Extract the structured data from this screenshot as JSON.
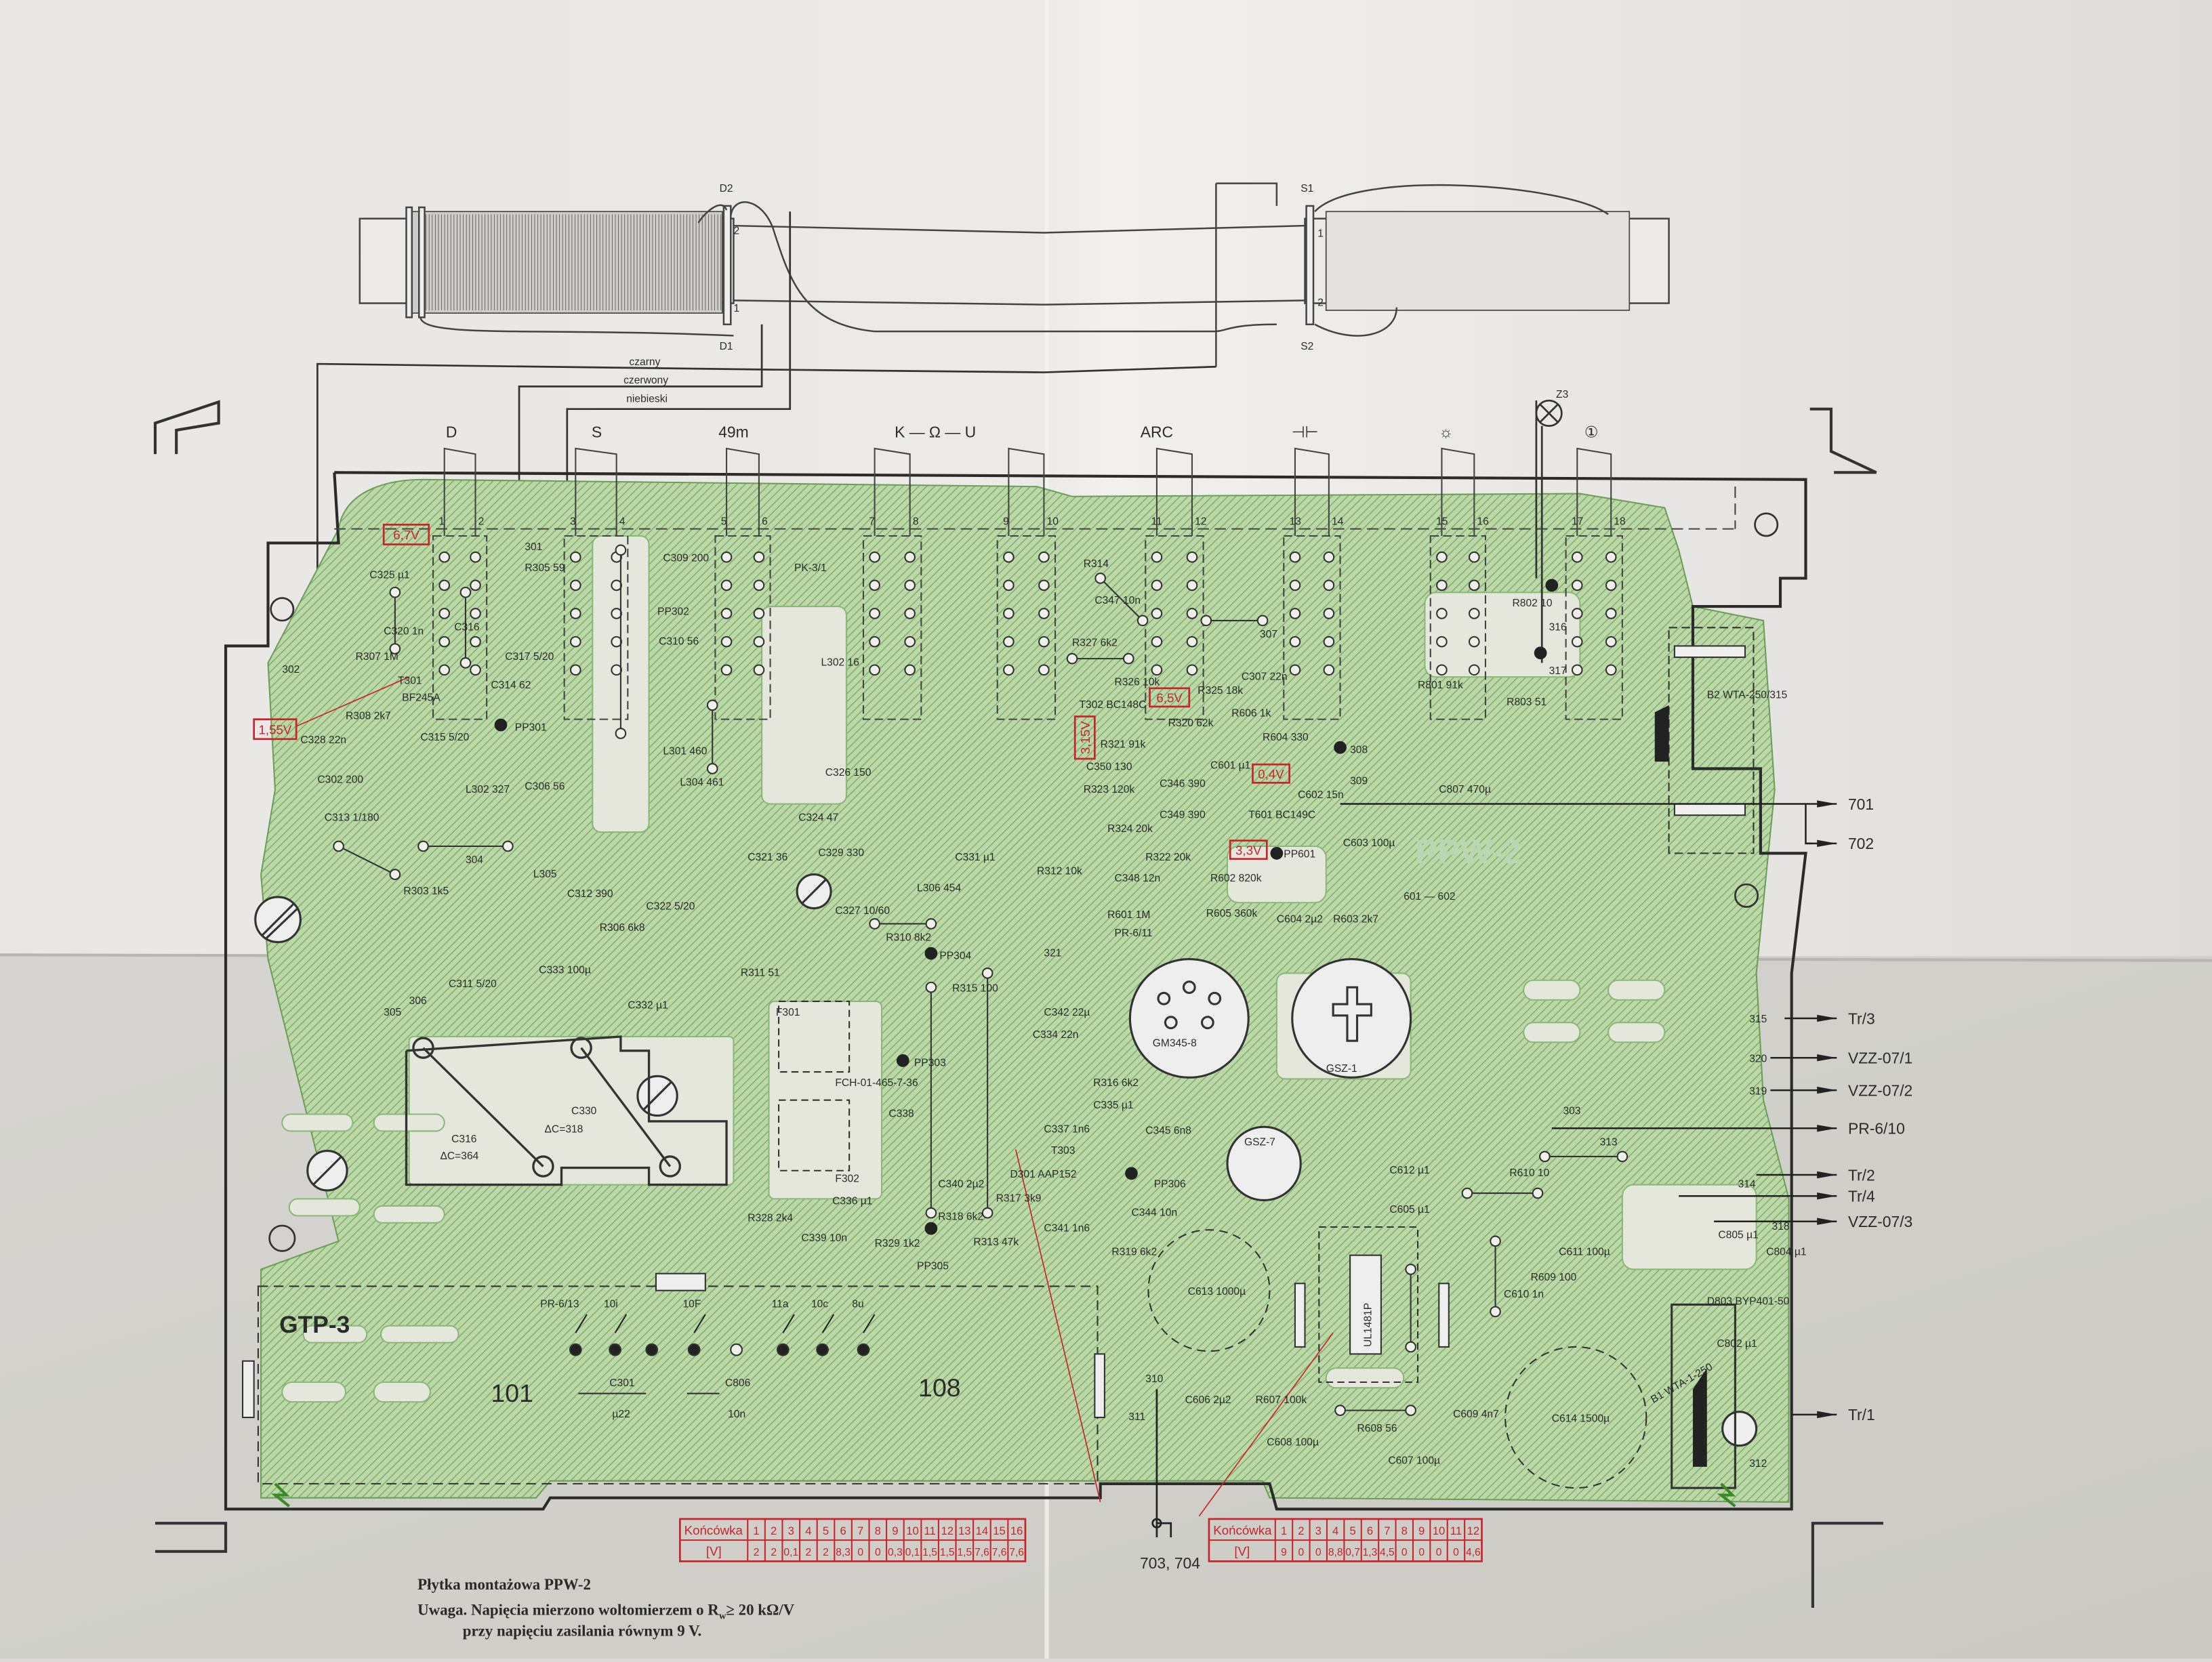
{
  "antenna": {
    "left_terminals": {
      "top": "D2",
      "bottom": "D1",
      "pin_top": "2",
      "pin_bottom": "1"
    },
    "right_terminals": {
      "top": "S1",
      "bottom": "S2",
      "pin_top": "1",
      "pin_bottom": "2"
    },
    "wire_colors": [
      "czarny",
      "czerwony",
      "niebieski"
    ]
  },
  "switch_bands": [
    "D",
    "S",
    "49m",
    "K — Ω — U",
    "ARC",
    "⊣⊢",
    "☼",
    "①"
  ],
  "lamp_label": "Z3",
  "contact_numbers": [
    "1",
    "2",
    "3",
    "4",
    "5",
    "6",
    "7",
    "8",
    "9",
    "10",
    "11",
    "12",
    "13",
    "14",
    "15",
    "16",
    "17",
    "18"
  ],
  "voltage_marks": [
    "6,7V",
    "1,55V",
    "6,5V",
    "3,15V",
    "0,4V",
    "3,3V"
  ],
  "board_labels": {
    "ppw": "PPW-2",
    "gtp": "GTP-3",
    "module_101": "101",
    "module_108": "108"
  },
  "gtp_pins": [
    "PR-6/13",
    "10i",
    "10F",
    "11a",
    "10c",
    "8u"
  ],
  "gtp_components": [
    {
      "ref": "C301",
      "value": "µ22"
    },
    {
      "ref": "C806",
      "value": "10n"
    }
  ],
  "tuning_caps": [
    {
      "ref": "C316",
      "value": "ΔC=364"
    },
    {
      "ref": "C330",
      "value": "ΔC=318"
    }
  ],
  "modules": [
    "GM345-8",
    "GSZ-1",
    "GSZ-7",
    "FCH-01-465-7-36",
    "UL1481P",
    "B1 WTA-1-250",
    "B2 WTA-250/315"
  ],
  "components": [
    "C325 µ1",
    "C320 1n",
    "R307 1M",
    "T301",
    "BF245A",
    "R308 2k7",
    "C328 22n",
    "302",
    "C316",
    "301",
    "R305 59",
    "C317 5/20",
    "C314 62",
    "PP301",
    "C315 5/20",
    "C302 200",
    "L302 327",
    "C306 56",
    "C309 200",
    "PP302",
    "C310 56",
    "L301 460",
    "L304 461",
    "C312 390",
    "R306 6k8",
    "C322 5/20",
    "PK-3/1",
    "L302 16",
    "C326 150",
    "C324 47",
    "C329 330",
    "C321 36",
    "C327 10/60",
    "L306 454",
    "R310 8k2",
    "R311 51",
    "F301",
    "F302",
    "C336 µ1",
    "R328 2k4",
    "C339 10n",
    "R329 1k2",
    "PP303",
    "PP304",
    "PP305",
    "R315 100",
    "C342 22µ",
    "C334 22n",
    "R316 6k2",
    "C335 µ1",
    "C337 1n6",
    "T303",
    "C338",
    "C340 2µ2",
    "R318 6k2",
    "R317 3k9",
    "R313 47k",
    "C341 1n6",
    "C345 6n8",
    "PP306",
    "C344 10n",
    "R319 6k2",
    "D301 AAP152",
    "R314",
    "C347 10n",
    "R327 6k2",
    "T302 BC148C",
    "R326 10k",
    "R325 18k",
    "R320 62k",
    "R321 91k",
    "C350 130",
    "R323 120k",
    "C346 390",
    "C349 390",
    "R324 20k",
    "R322 20k",
    "C601 µ1",
    "R606 1k",
    "R604 330",
    "T601 BC149C",
    "C602 15n",
    "PP601",
    "C603 100µ",
    "R602 820k",
    "R605 360k",
    "C604 2µ2",
    "R603 2k7",
    "R601 1M",
    "PR-6/11",
    "C348 12n",
    "R312 10k",
    "C331 µ1",
    "C307 22n",
    "R801 91k",
    "R802 10",
    "R803 51",
    "C807 470µ",
    "C612 µ1",
    "C605 µ1",
    "R610 10",
    "C611 100µ",
    "R609 100",
    "C613 1000µ",
    "C610 1n",
    "C614 1500µ",
    "C609 4n7",
    "R607 100k",
    "C606 2µ2",
    "C608 100µ",
    "R608 56",
    "C607 100µ",
    "C805 µ1",
    "C804 µ1",
    "D803 BYP401-50",
    "C802 µ1",
    "C311 5/20",
    "C333 100µ",
    "C332 µ1",
    "R303 1k5",
    "307",
    "308",
    "309",
    "310",
    "311",
    "312",
    "313",
    "314",
    "316",
    "317",
    "318",
    "303",
    "304",
    "305",
    "306",
    "321",
    "601 — 602",
    "L305",
    "C313 1/180"
  ],
  "outputs": [
    "701",
    "702",
    "Tr/3",
    "VZZ-07/1",
    "VZZ-07/2",
    "PR-6/10",
    "Tr/2",
    "Tr/4",
    "VZZ-07/3",
    "Tr/1",
    "703, 704"
  ],
  "output_pads": [
    "315",
    "320",
    "319"
  ],
  "table_left": {
    "header": "Końcówka",
    "unit": "[V]",
    "pins": [
      "1",
      "2",
      "3",
      "4",
      "5",
      "6",
      "7",
      "8",
      "9",
      "10",
      "11",
      "12",
      "13",
      "14",
      "15",
      "16"
    ],
    "values": [
      "2",
      "2",
      "0,1",
      "2",
      "2",
      "8,3",
      "0",
      "0",
      "0,3",
      "0,1",
      "1,5",
      "1,5",
      "1,5",
      "7,6",
      "7,6",
      "7,6"
    ]
  },
  "table_right": {
    "header": "Końcówka",
    "unit": "[V]",
    "pins": [
      "1",
      "2",
      "3",
      "4",
      "5",
      "6",
      "7",
      "8",
      "9",
      "10",
      "11",
      "12"
    ],
    "values": [
      "9",
      "0",
      "0",
      "8,8",
      "0,7",
      "1,3",
      "4,5",
      "0",
      "0",
      "0",
      "0",
      "4,6"
    ]
  },
  "caption": {
    "title": "Płytka montażowa PPW-2",
    "note_line1": "Uwaga. Napięcia mierzono woltomierzem o R",
    "note_sub": "w",
    "note_rel": "≥ 20 kΩ/V",
    "note_line2": "przy napięciu zasilania równym 9 V."
  },
  "colors": {
    "copper": "#8fc27a",
    "ink": "#2b2b2b",
    "red": "#c8242b",
    "paper": "#e4e2df"
  }
}
